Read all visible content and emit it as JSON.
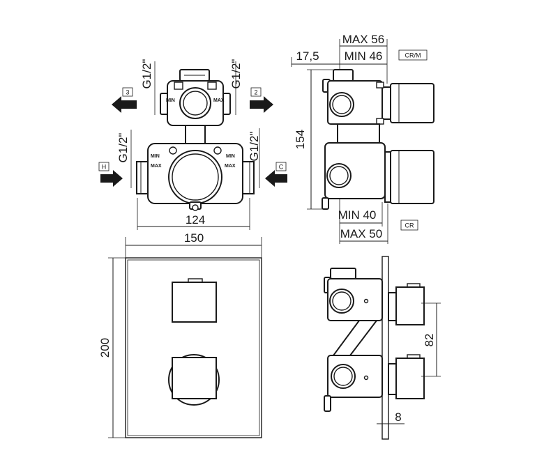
{
  "valve_front": {
    "ports": [
      {
        "label": "G1/2\""
      },
      {
        "label": "G1/2\""
      },
      {
        "label": "G1/2\""
      },
      {
        "label": "G1/2\""
      }
    ],
    "outlet_left": "3",
    "outlet_right": "2",
    "inlet_hot": "H",
    "inlet_cold": "C",
    "upper_body": {
      "left_label": "MIN",
      "right_label": "MAX"
    },
    "lower_body": {
      "left_min": "MIN",
      "left_max": "MAX",
      "right_min": "MIN",
      "right_max": "MAX"
    },
    "width_dim": "124"
  },
  "valve_side": {
    "max_depth_dim": "MAX 56",
    "offset_dim": "17,5",
    "min_depth_dim": "MIN 46",
    "finish_code_1": "CR/M",
    "height_dim": "154",
    "min_depth_dim_2": "MIN 40",
    "max_depth_dim_2": "MAX 50",
    "finish_code_2": "CR"
  },
  "plate_front": {
    "width_dim": "150",
    "height_dim": "200"
  },
  "plate_side": {
    "spacing_dim": "82",
    "thickness_dim": "8"
  },
  "colors": {
    "line": "#1a1a1a",
    "background": "#ffffff"
  }
}
